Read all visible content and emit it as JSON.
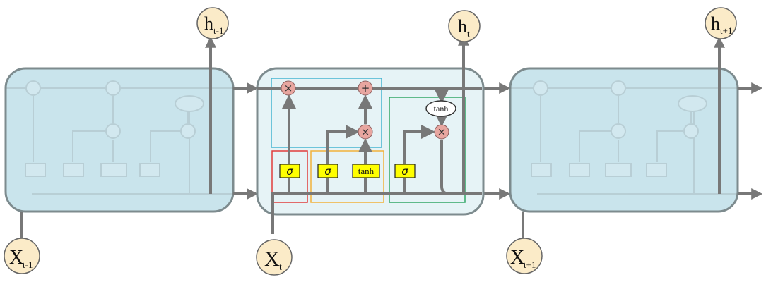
{
  "diagram": {
    "hidden_states": {
      "prev": {
        "base": "h",
        "sub": "t-1"
      },
      "curr": {
        "base": "h",
        "sub": "t"
      },
      "next": {
        "base": "h",
        "sub": "t+1"
      }
    },
    "inputs": {
      "prev": {
        "base": "X",
        "sub": "t-1"
      },
      "curr": {
        "base": "X",
        "sub": "t"
      },
      "next": {
        "base": "X",
        "sub": "t+1"
      }
    },
    "gates": {
      "sigma_forget": "σ",
      "sigma_input": "σ",
      "tanh_candidate": "tanh",
      "sigma_output": "σ",
      "tanh_cell": "tanh"
    },
    "operators": {
      "multiply": "×",
      "add": "+"
    },
    "colors": {
      "cell_fill": "#c9e4ec",
      "center_fill": "#e6f3f6",
      "cell_stroke": "#7d8b8e",
      "line": "#787878",
      "gate_yellow": "#ffff00",
      "op_pink": "#e8a6a0",
      "circle_cream": "#fbebc8",
      "forget_box": "#e03c3c",
      "input_box": "#f2b13a",
      "output_box": "#32a866",
      "cell_state_box": "#45b4d0"
    }
  }
}
